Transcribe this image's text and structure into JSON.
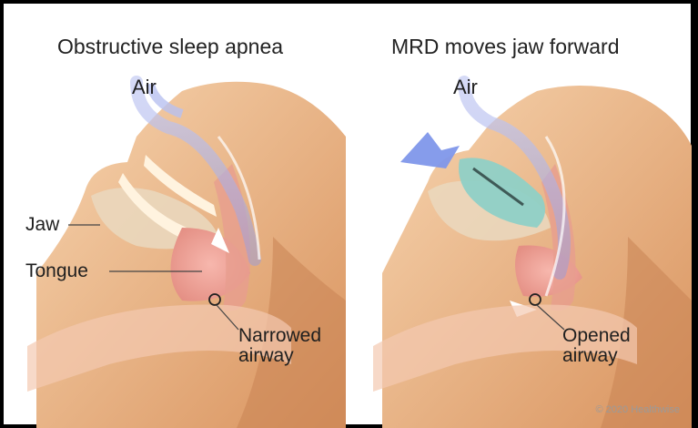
{
  "left_panel": {
    "title": "Obstructive sleep apnea",
    "air_label": "Air",
    "labels": {
      "jaw": "Jaw",
      "tongue": "Tongue",
      "airway": "Narrowed\nairway"
    }
  },
  "right_panel": {
    "title": "MRD moves jaw forward",
    "air_label": "Air",
    "labels": {
      "airway": "Opened\nairway"
    }
  },
  "credit": "© 2020 Healthwise",
  "colors": {
    "skin": "#f0c39a",
    "skin_shadow": "#d99a6a",
    "tongue": "#ec9a8e",
    "air": "#9aa6e8",
    "device": "#8fd0c6",
    "frame": "#000000"
  }
}
